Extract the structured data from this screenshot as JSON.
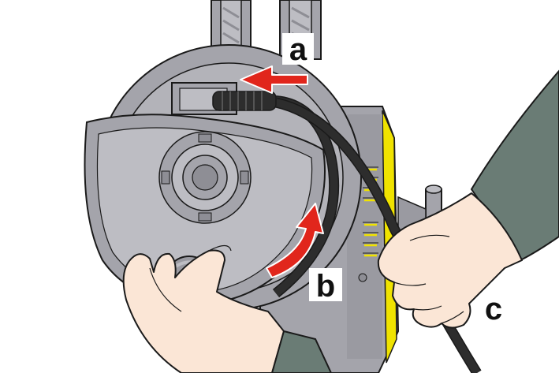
{
  "figure": {
    "callouts": [
      {
        "id": "a",
        "text": "a"
      },
      {
        "id": "b",
        "text": "b"
      },
      {
        "id": "c",
        "text": "c"
      }
    ],
    "colors": {
      "background": "#ffffff",
      "machine_body": "#a4a4ab",
      "machine_dark": "#8e8e95",
      "machine_light": "#bdbdc3",
      "outline": "#1a1a1a",
      "hose": "#2d2d2d",
      "arrow_red": "#e1261c",
      "accent_yellow": "#f0e300",
      "sleeve": "#6a7c75",
      "skin": "#fbe6d6",
      "label_box": "#ffffff"
    },
    "icons": {
      "arrow_a": "arrow-left-icon",
      "arrow_b": "curved-arrow-up-icon"
    }
  }
}
